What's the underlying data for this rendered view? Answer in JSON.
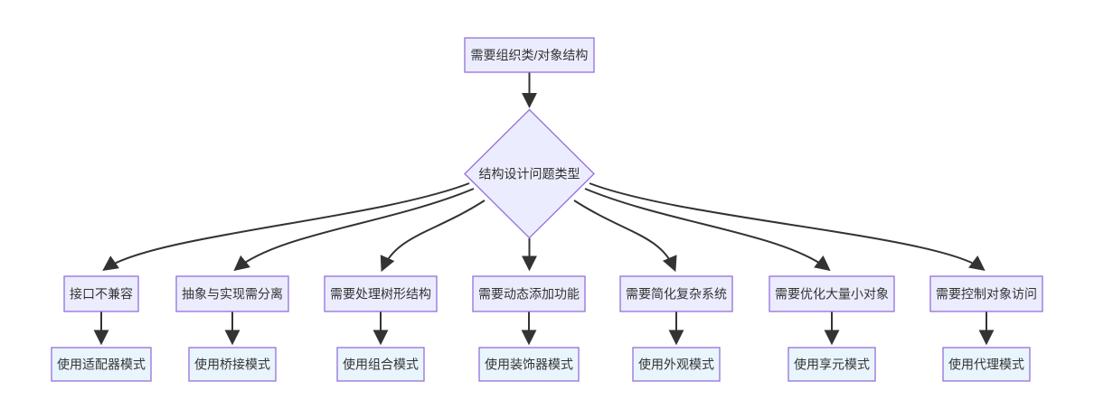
{
  "diagram": {
    "title": "structural-design-pattern-selection-flowchart",
    "root": {
      "label": "需要组织类/对象结构"
    },
    "decision": {
      "label": "结构设计问题类型"
    },
    "branches": [
      {
        "condition": "接口不兼容",
        "pattern": "使用适配器模式"
      },
      {
        "condition": "抽象与实现需分离",
        "pattern": "使用桥接模式"
      },
      {
        "condition": "需要处理树形结构",
        "pattern": "使用组合模式"
      },
      {
        "condition": "需要动态添加功能",
        "pattern": "使用装饰器模式"
      },
      {
        "condition": "需要简化复杂系统",
        "pattern": "使用外观模式"
      },
      {
        "condition": "需要优化大量小对象",
        "pattern": "使用享元模式"
      },
      {
        "condition": "需要控制对象访问",
        "pattern": "使用代理模式"
      }
    ],
    "colors": {
      "background": "#FFFFFF",
      "node_fill": "#ECECFF",
      "node_border": "#9370DB",
      "result_fill": "#E9F5FD",
      "result_border": "#9370DB",
      "edge": "#333333",
      "text": "#333333"
    }
  }
}
